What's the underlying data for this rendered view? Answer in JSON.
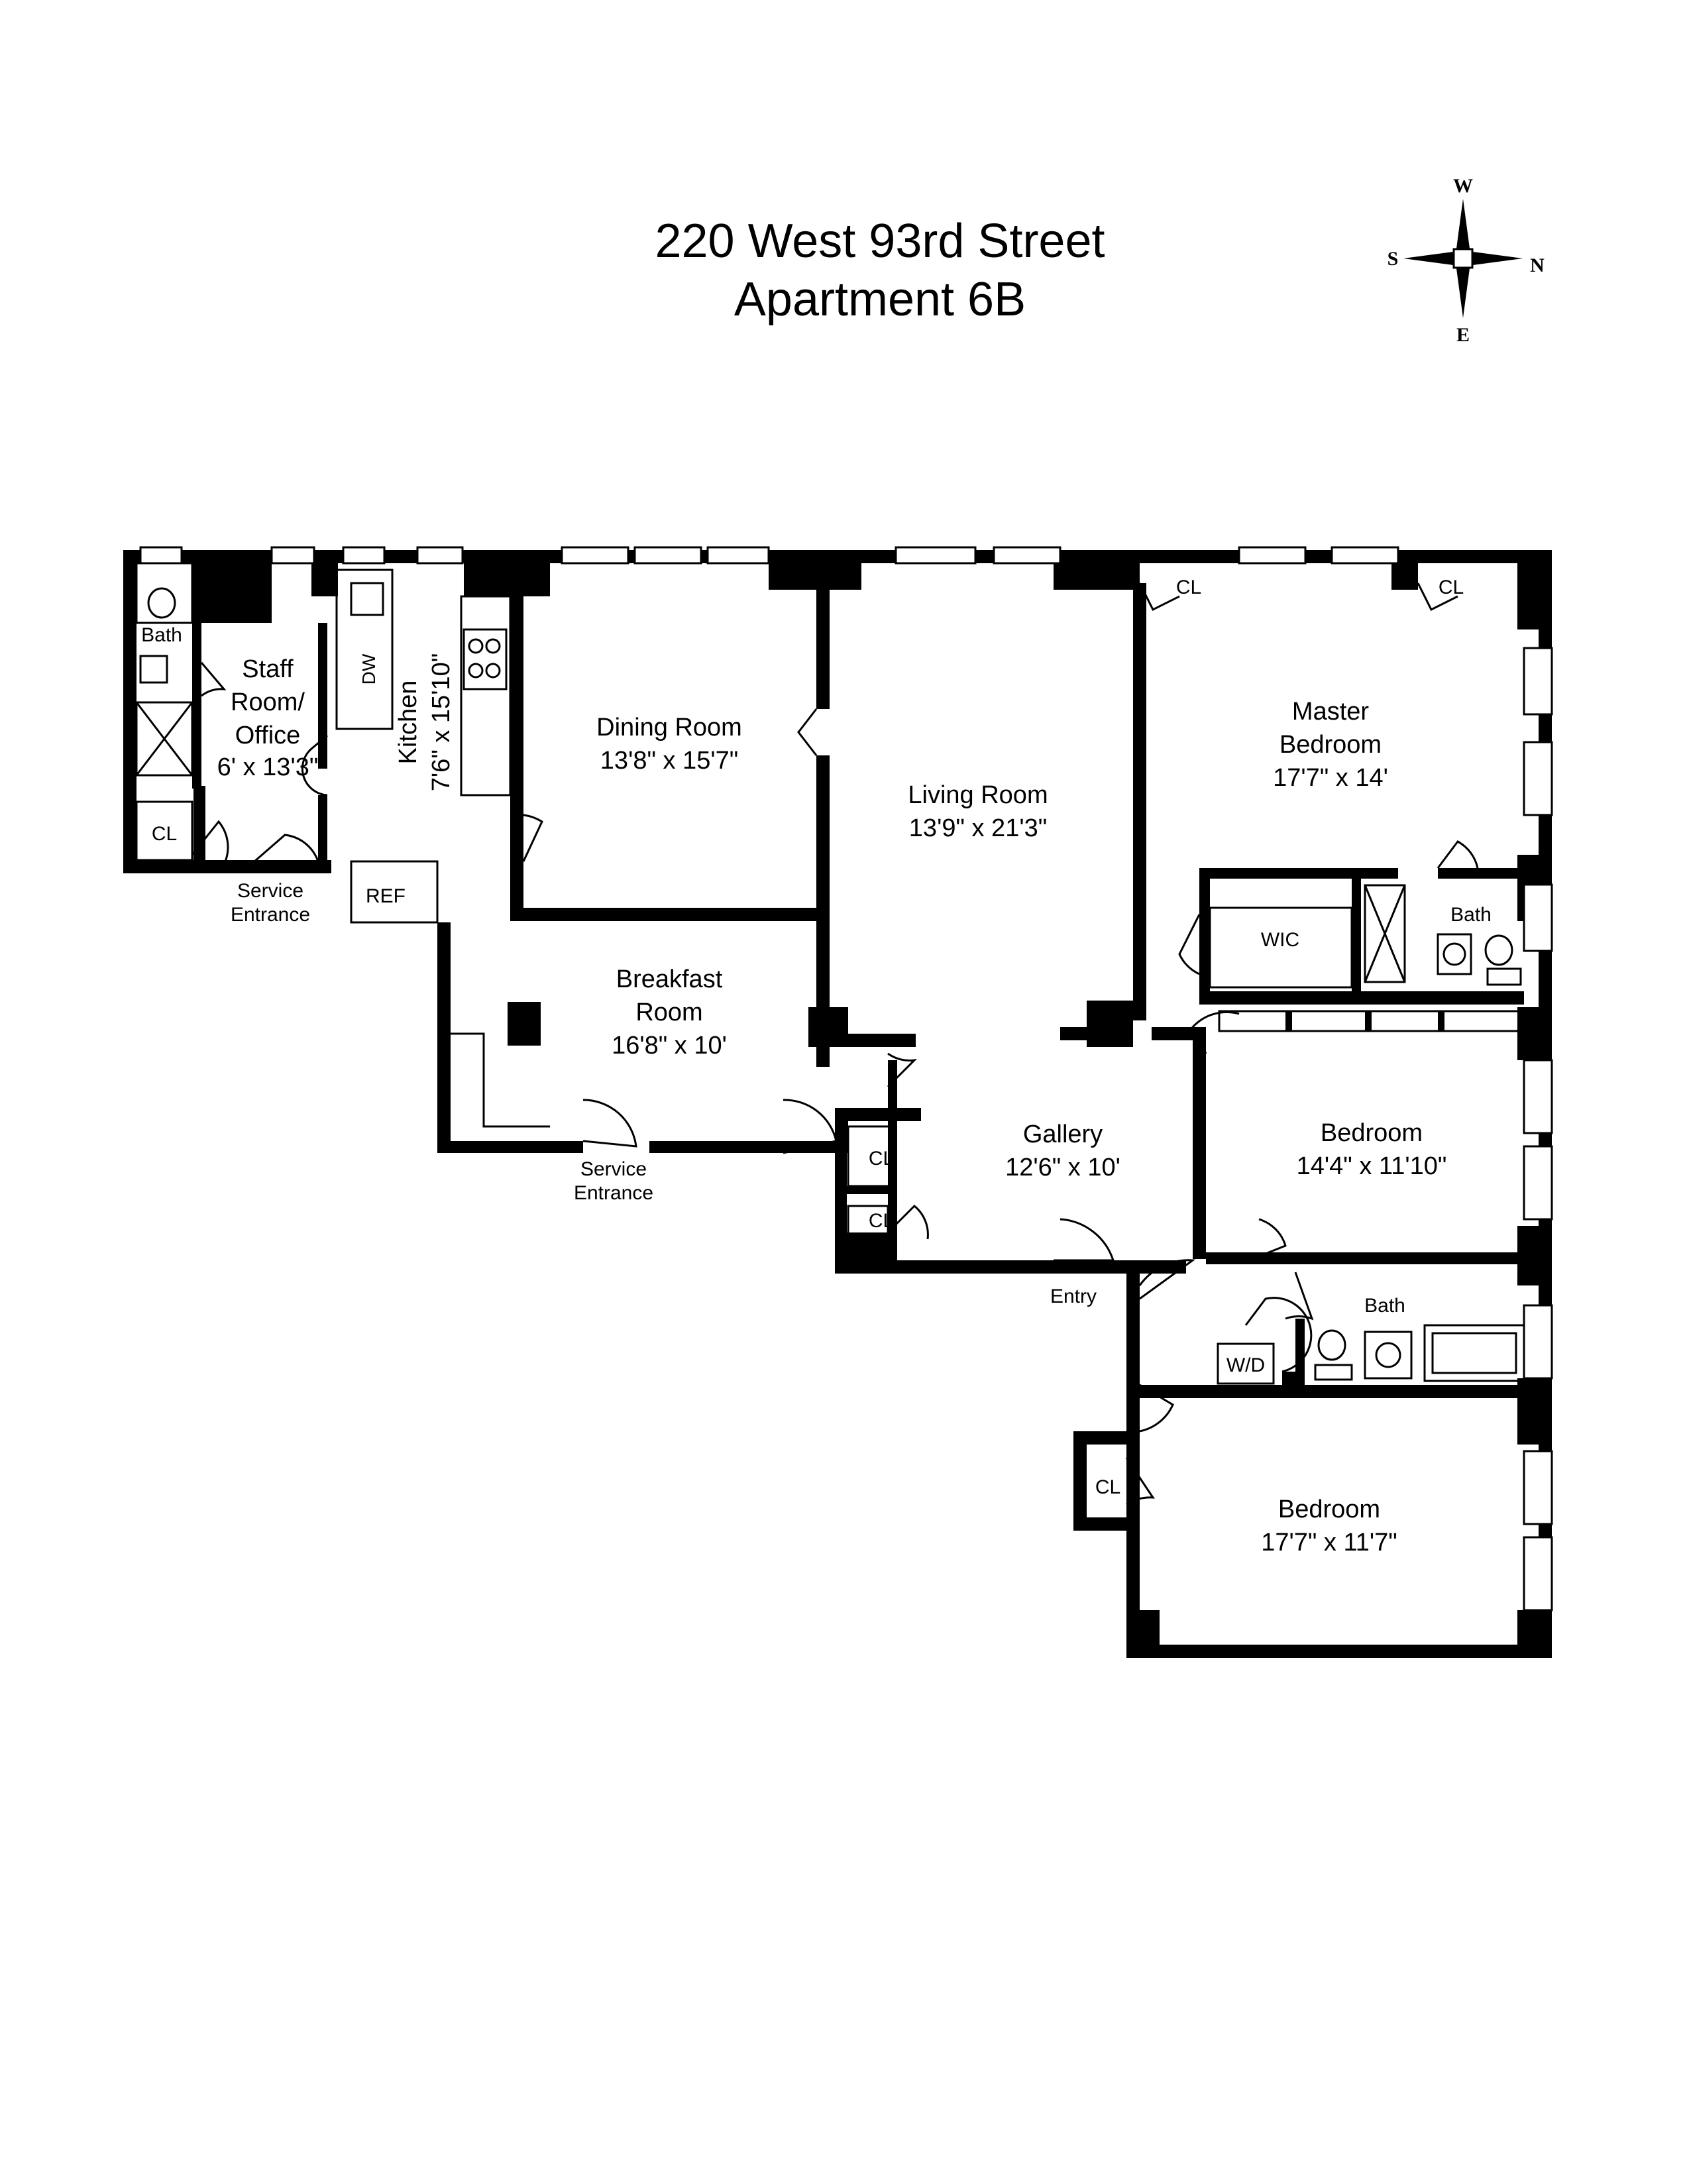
{
  "title": {
    "line1": "220 West 93rd Street",
    "line2": "Apartment 6B"
  },
  "compass": {
    "w": "W",
    "s": "S",
    "n": "N",
    "e": "E"
  },
  "rooms": {
    "staff_name1": "Staff",
    "staff_name2": "Room/",
    "staff_name3": "Office",
    "staff_dim": "6' x 13'3\"",
    "kitchen_name": "Kitchen",
    "kitchen_dim": "7'6\" x 15'10\"",
    "dining_name": "Dining Room",
    "dining_dim": "13'8\" x 15'7\"",
    "living_name": "Living Room",
    "living_dim": "13'9\" x 21'3\"",
    "master_name1": "Master",
    "master_name2": "Bedroom",
    "master_dim": "17'7\" x 14'",
    "breakfast_name1": "Breakfast",
    "breakfast_name2": "Room",
    "breakfast_dim": "16'8\" x 10'",
    "gallery_name": "Gallery",
    "gallery_dim": "12'6\" x 10'",
    "bed2_name": "Bedroom",
    "bed2_dim": "14'4\" x 11'10\"",
    "bed3_name": "Bedroom",
    "bed3_dim": "17'7\" x 11'7\""
  },
  "labels": {
    "bath": "Bath",
    "cl": "CL",
    "dw": "DW",
    "ref": "REF",
    "wic": "WIC",
    "wd": "W/D",
    "entry": "Entry",
    "service": "Service",
    "entrance": "Entrance"
  }
}
